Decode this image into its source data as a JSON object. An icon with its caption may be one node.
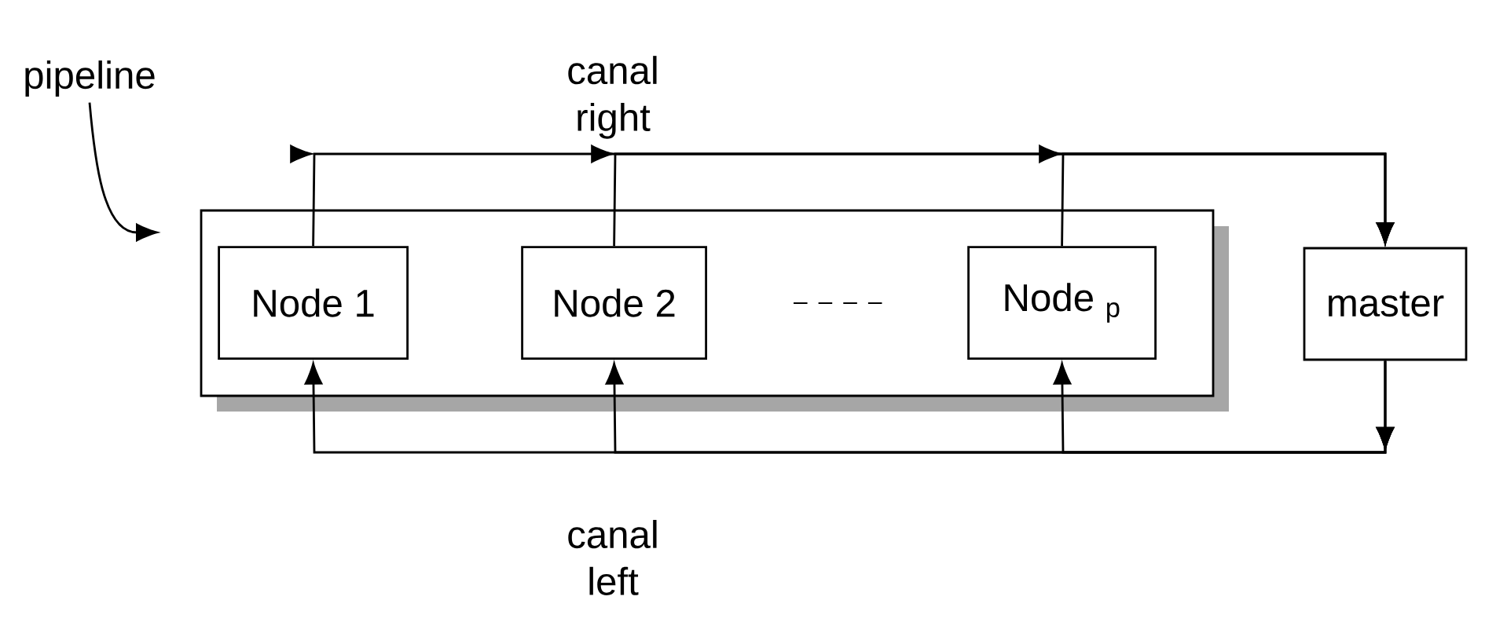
{
  "diagram": {
    "nodes": [
      {
        "text": [
          "pipeline"
        ]
      },
      {
        "text": [],
        "shape": "box"
      },
      {
        "text": [
          "Node 1"
        ],
        "in": 1
      },
      {
        "text": [
          "Node 2"
        ],
        "in": 1
      },
      {
        "text": [
          "Node $_{p}$"
        ],
        "in": 1
      },
      {
        "text": [
          "master"
        ]
      }
    ],
    "edges": [
      {
        "from": 0,
        "to": 1,
        "arrow": "to"
      },
      {
        "from": 2,
        "to": 5,
        "arrow": "to"
      },
      {
        "from": 3,
        "to": 5,
        "arrow": "to"
      },
      {
        "from": 4,
        "to": 5,
        "arrow": "to"
      },
      {
        "from": 5,
        "to": 2,
        "arrow": "to"
      },
      {
        "from": 5,
        "to": 3,
        "arrow": "to"
      },
      {
        "from": 5,
        "to": 4,
        "arrow": "to"
      }
    ],
    "labels": [
      "canal right",
      "canal left"
    ]
  }
}
